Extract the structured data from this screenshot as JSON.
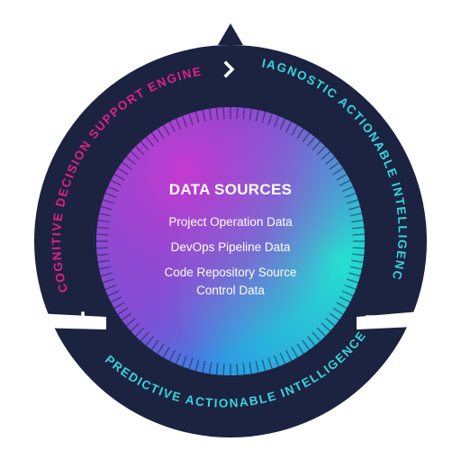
{
  "diagram": {
    "center": {
      "title": "DATA SOURCES",
      "items": [
        "Project Operation Data",
        "DevOps Pipeline Data",
        "Code Repository Source",
        "Control Data"
      ]
    },
    "ring_labels": {
      "cognitive": "COGNITIVE DECISION SUPPORT ENGINE",
      "diagnostic": "DIAGNOSTIC ACTIONABLE INTELLIGENCE",
      "predictive": "PREDICTIVE ACTIONABLE INTELLIGENCE"
    },
    "colors": {
      "ring": "#1c2340",
      "magenta": "#e0208a",
      "cyan": "#36d6dc",
      "gradient_purple": "#b93bc9",
      "gradient_teal": "#22e3cf",
      "gradient_blue": "#1e9be6",
      "gradient_violet": "#6e57d6"
    },
    "icons": [
      "chevron-right-icon",
      "corner-bracket-icon"
    ]
  }
}
